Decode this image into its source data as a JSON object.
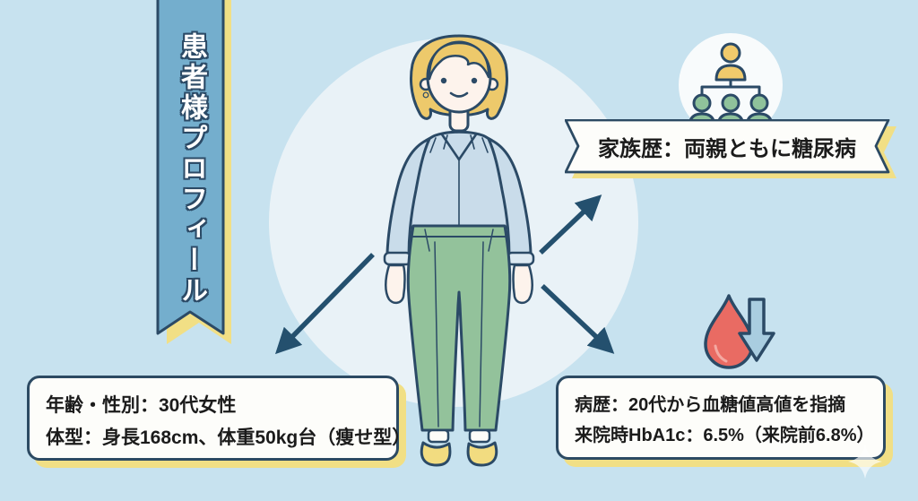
{
  "ribbon": {
    "label": "患者様プロフィール"
  },
  "family_banner": {
    "label": "家族歴：両親ともに糖尿病"
  },
  "profile_box": {
    "line1": "年齢・性別：30代女性",
    "line2": "体型：身長168cm、体重50kg台（痩せ型）"
  },
  "history_box": {
    "line1": "病歴：20代から血糖値高値を指摘",
    "line2": "来院時HbA1c：6.5%（来院前6.8%）"
  },
  "icons": {
    "family_tree": "family-tree-icon",
    "blood_drop": "blood-drop-icon",
    "down_arrow": "down-arrow-icon",
    "sparkle": "sparkle-icon",
    "patient": "patient-illustration"
  },
  "colors": {
    "background": "#c7e2ef",
    "halo": "#e9f2f7",
    "ribbon_blue": "#74aecd",
    "accent_yellow": "#f1df85",
    "outline_navy": "#2b4a66",
    "arrow_navy": "#24506e",
    "box_white": "#fdfdfa",
    "icon_green": "#8fc29b",
    "icon_yellow": "#f0ca6c",
    "drop_red": "#e96b63",
    "arrow_blue_fill": "#a9cde0",
    "hair_yellow": "#edc96b",
    "skin": "#fdf3ec",
    "blouse_blue": "#c9dcea",
    "pants_green": "#93c29b",
    "shoe_yellow": "#f2dc80",
    "text_dark": "#1b1b1b"
  }
}
